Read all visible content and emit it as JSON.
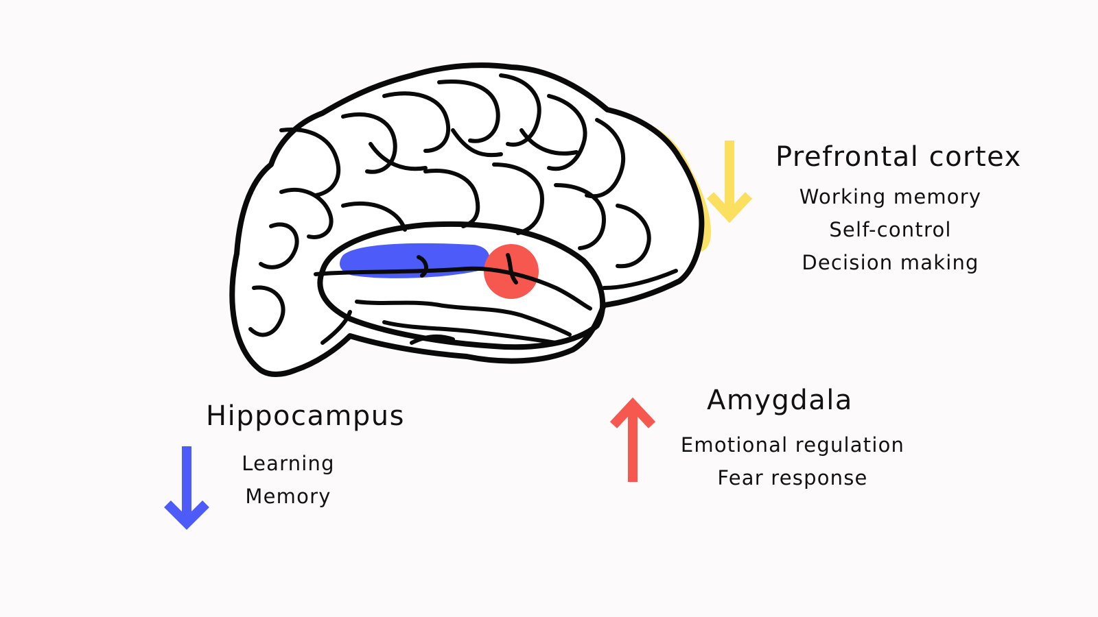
{
  "regions": {
    "prefrontal": {
      "title": "Prefrontal cortex",
      "functions": [
        "Working memory",
        "Self-control",
        "Decision making"
      ],
      "direction": "down",
      "color": "#fbdf5e"
    },
    "amygdala": {
      "title": "Amygdala",
      "functions": [
        "Emotional regulation",
        "Fear response"
      ],
      "direction": "up",
      "color": "#f6574f"
    },
    "hippocampus": {
      "title": "Hippocampus",
      "functions": [
        "Learning",
        "Memory"
      ],
      "direction": "down",
      "color": "#4d5cf8"
    }
  },
  "icons": {
    "prefrontal_arrow": "arrow-down-icon",
    "amygdala_arrow": "arrow-up-icon",
    "hippocampus_arrow": "arrow-down-icon"
  },
  "colors": {
    "background": "#fdfafc",
    "outline": "#0a0a0a",
    "brain_fill": "#ffffff"
  }
}
